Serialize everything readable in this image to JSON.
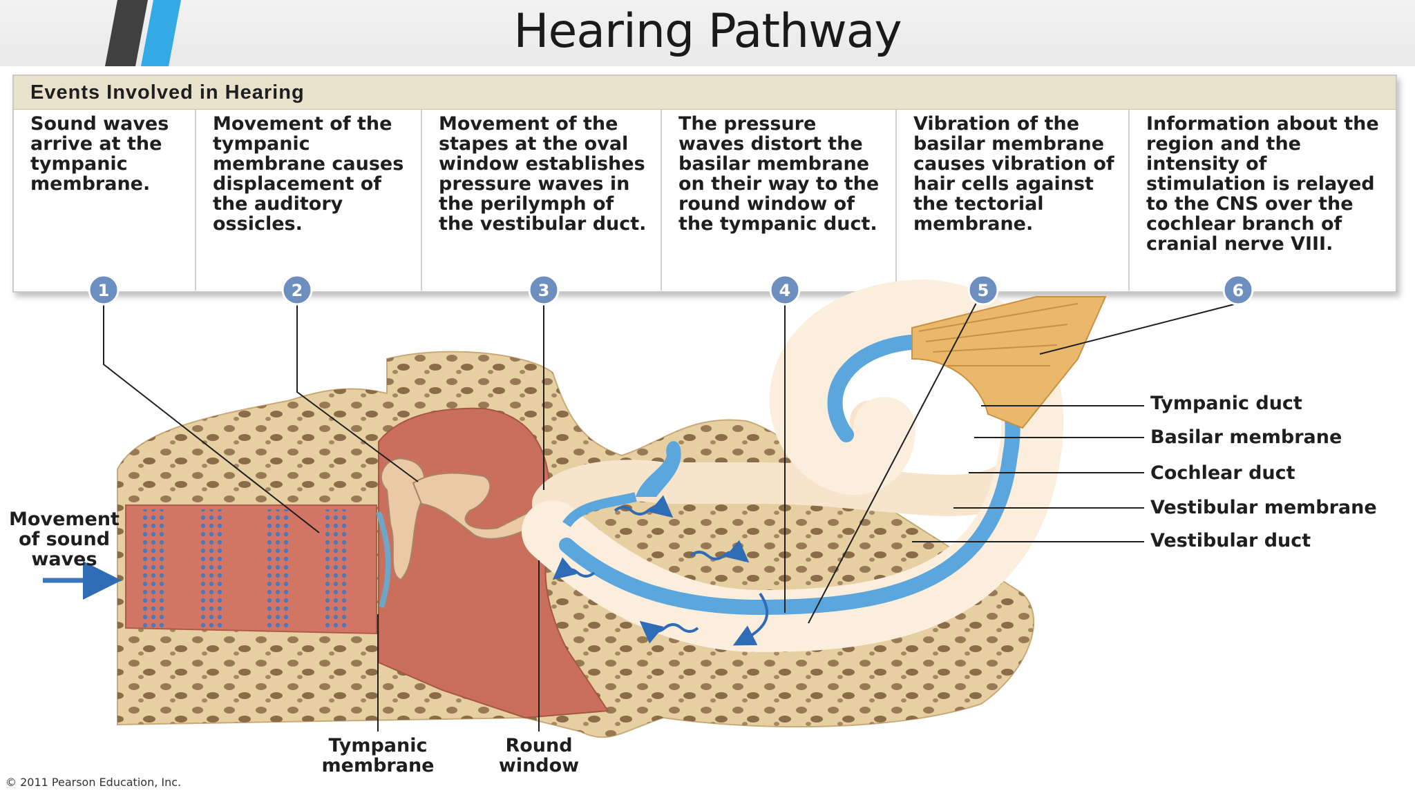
{
  "slide": {
    "title": "Hearing Pathway"
  },
  "events": {
    "heading": "Events Involved in Hearing",
    "steps": [
      {
        "number": "1",
        "text": "Sound waves arrive at the tympanic membrane."
      },
      {
        "number": "2",
        "text": "Movement of the tympanic membrane causes displacement of the auditory ossicles."
      },
      {
        "number": "3",
        "text": "Movement of the stapes at the oval window establishes pressure waves in the perilymph of the vestibular duct."
      },
      {
        "number": "4",
        "text": "The pressure waves distort the basilar membrane on their way to the round window of the tympanic duct."
      },
      {
        "number": "5",
        "text": "Vibration of the basilar membrane causes vibration of hair cells against the tectorial membrane."
      },
      {
        "number": "6",
        "text": "Information about the region and the intensity of stimulation is relayed to the CNS over the cochlear branch of cranial nerve VIII."
      }
    ]
  },
  "labels": {
    "sound_line1": "Movement",
    "sound_line2": "of sound",
    "sound_line3": "waves",
    "tympanic_duct": "Tympanic duct",
    "basilar_membrane": "Basilar membrane",
    "cochlear_duct": "Cochlear duct",
    "vestibular_membrane": "Vestibular membrane",
    "vestibular_duct": "Vestibular duct",
    "tympanic_membrane_line1": "Tympanic",
    "tympanic_membrane_line2": "membrane",
    "round_window_line1": "Round",
    "round_window_line2": "window"
  },
  "copyright": "© 2011 Pearson Education, Inc.",
  "colors": {
    "bone": "#e6cfa0",
    "bone_pore": "#8a6a48",
    "ear_canal": "#d27565",
    "middle_ear": "#c96f5c",
    "cochlea_fill": "#fbeedd",
    "fluid_blue": "#5aa6dd",
    "nerve": "#e9b86a",
    "marker": "#6d8fc0",
    "header_band": "#e8e2cc",
    "deco_dark": "#404040",
    "deco_blue": "#33a9e6"
  }
}
